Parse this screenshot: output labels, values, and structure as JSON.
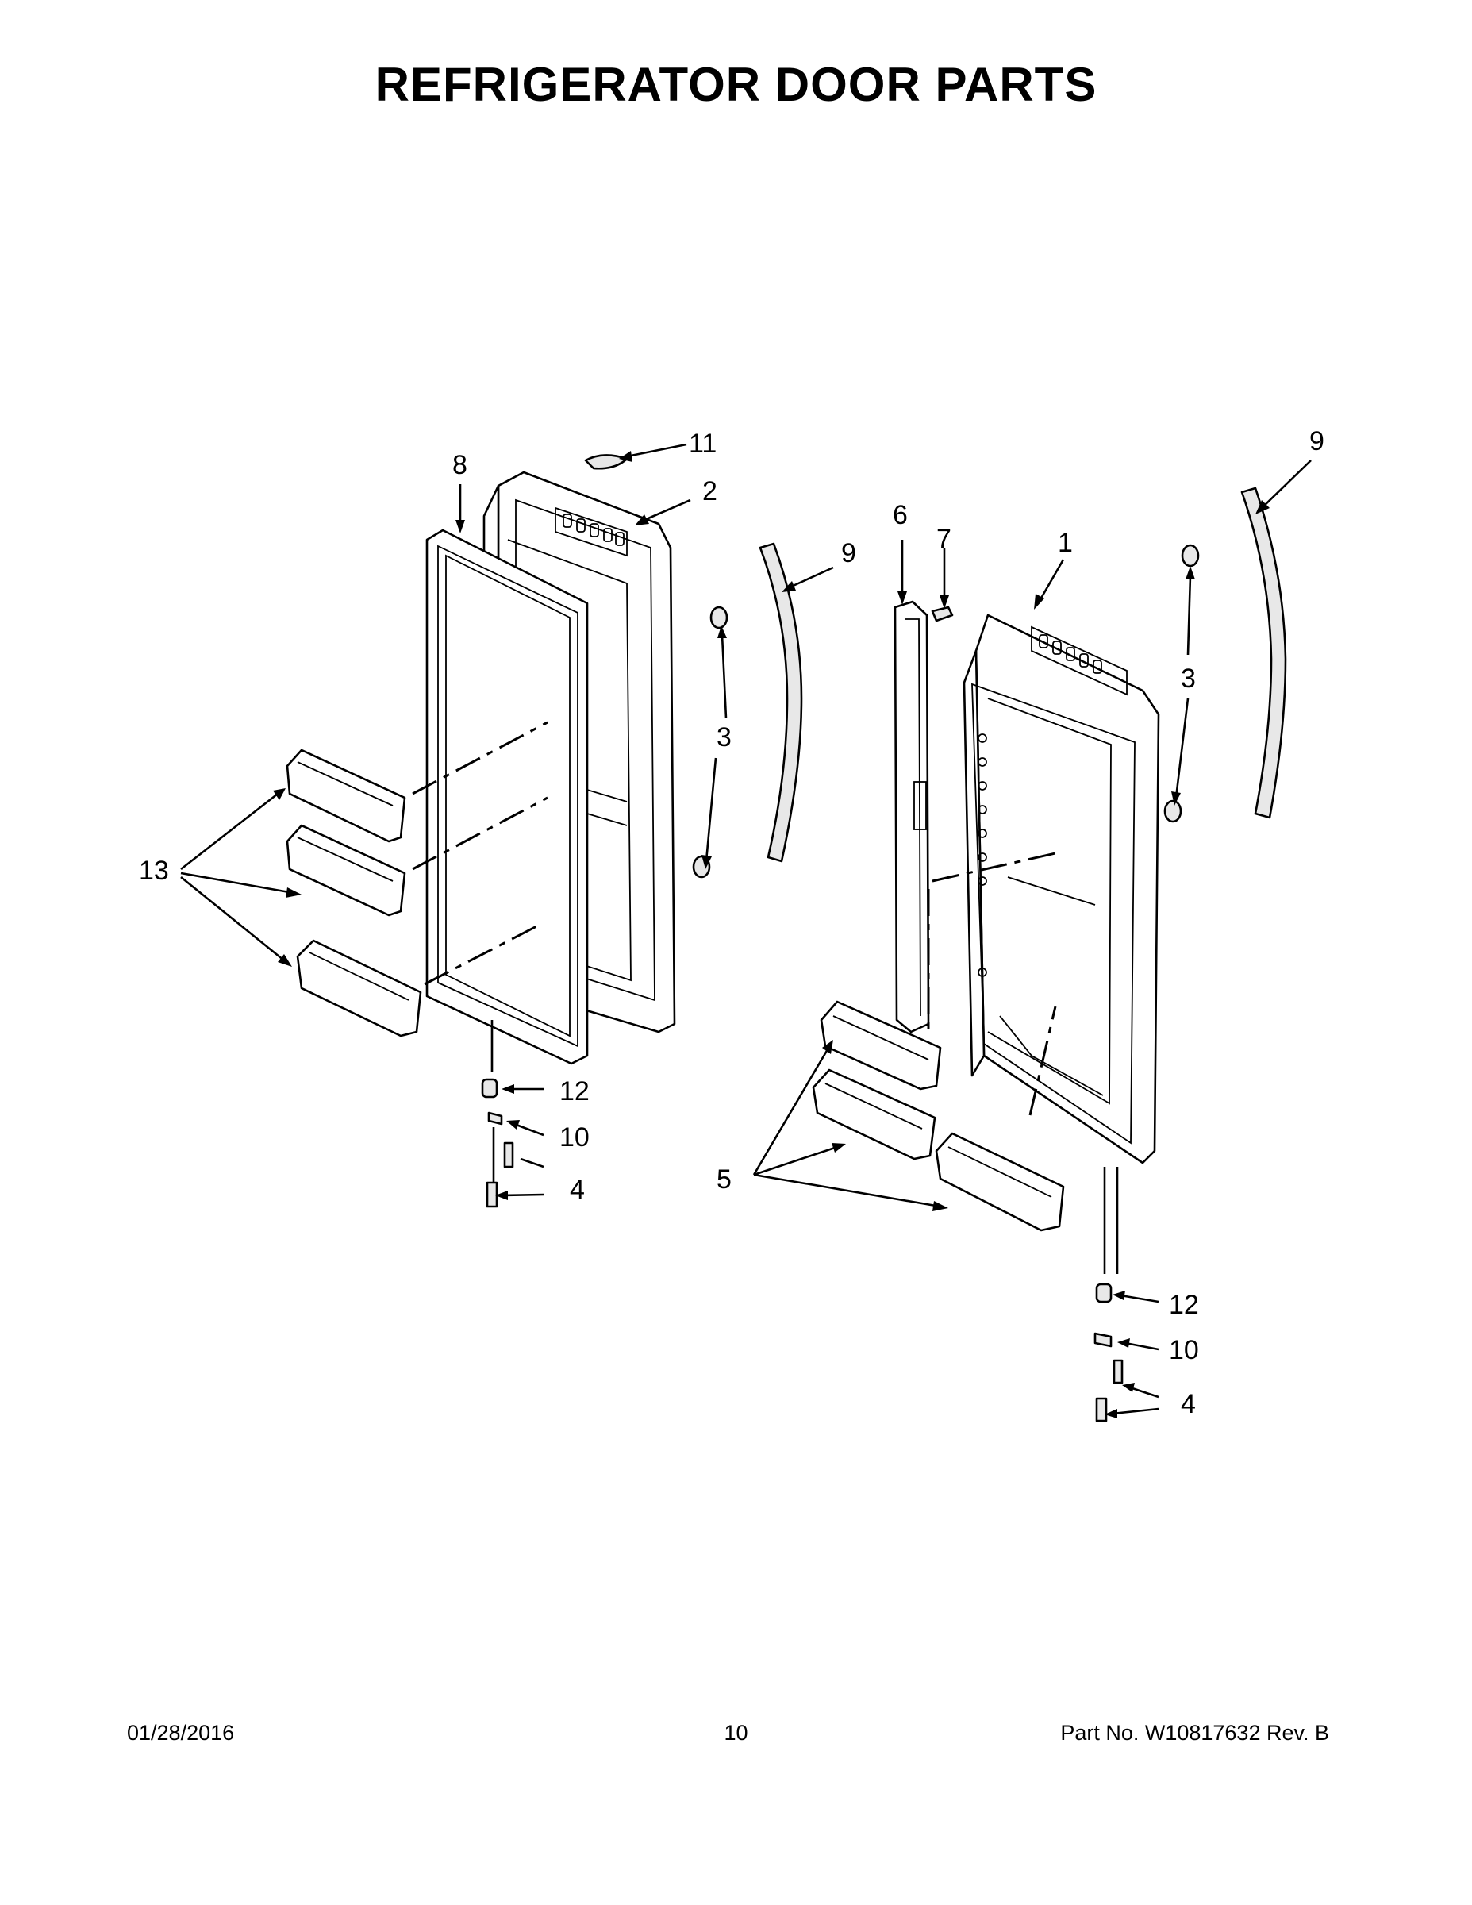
{
  "title": "REFRIGERATOR DOOR PARTS",
  "callouts": {
    "left_door": {
      "gasket": "8",
      "door_cap": "11",
      "door": "2",
      "handle": "9",
      "handle_mount": "3",
      "bins": "13",
      "hinge_bushing": "12",
      "hinge_bracket": "10",
      "screw": "4"
    },
    "right_door": {
      "flipper_mullion": "6",
      "mullion_screw": "7",
      "door": "1",
      "handle": "9",
      "handle_mount": "3",
      "bins": "5",
      "hinge_bushing": "12",
      "hinge_bracket": "10",
      "screw": "4"
    }
  },
  "footer": {
    "date": "01/28/2016",
    "page": "10",
    "part_number": "Part No.  W10817632  Rev.  B"
  }
}
